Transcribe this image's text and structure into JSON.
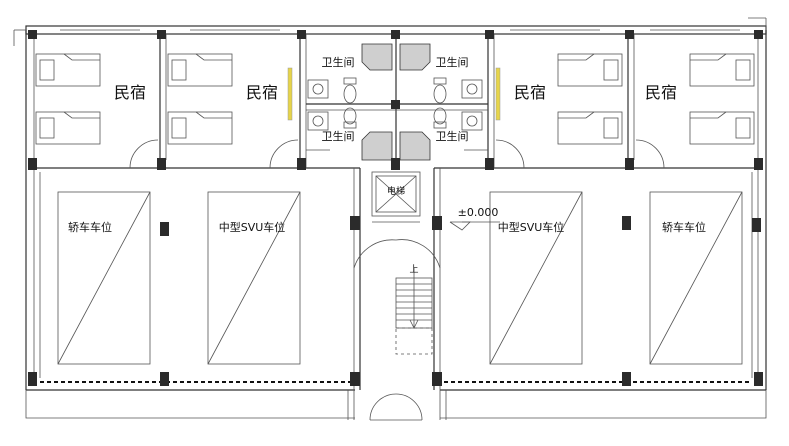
{
  "rooms": {
    "b1": "民宿",
    "b2": "民宿",
    "b3": "民宿",
    "b4": "民宿",
    "wc1": "卫生间",
    "wc2": "卫生间",
    "wc3": "卫生间",
    "wc4": "卫生间"
  },
  "parking": {
    "p1": "轿车车位",
    "p2": "中型SVU车位",
    "p3": "中型SVU车位",
    "p4": "轿车车位"
  },
  "core": {
    "elevator": "电梯",
    "stair_up": "上",
    "elevation": "±0.000"
  }
}
